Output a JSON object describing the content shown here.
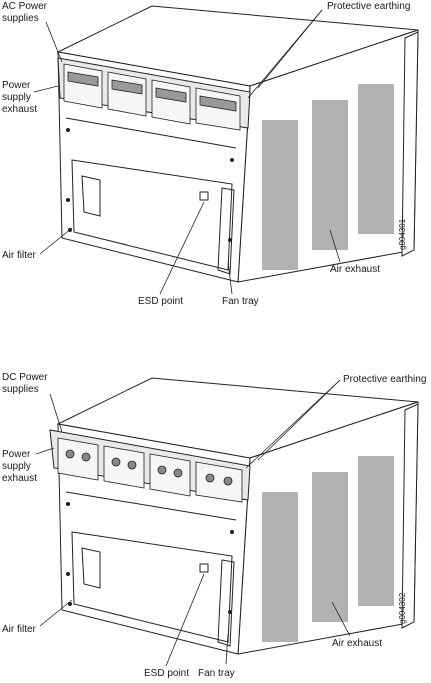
{
  "top_figure": {
    "labels": {
      "ac_power_supplies": "AC Power\nsupplies",
      "protective_earthing": "Protective earthing",
      "power_supply_exhaust": "Power\nsupply\nexhaust",
      "air_filter": "Air filter",
      "esd_point": "ESD point",
      "fan_tray": "Fan tray",
      "air_exhaust": "Air exhaust"
    },
    "figure_id": "g004301"
  },
  "bottom_figure": {
    "labels": {
      "dc_power_supplies": "DC Power\nsupplies",
      "protective_earthing": "Protective earthing",
      "power_supply_exhaust": "Power\nsupply\nexhaust",
      "air_filter": "Air filter",
      "esd_point": "ESD point",
      "fan_tray": "Fan tray",
      "air_exhaust": "Air exhaust"
    },
    "figure_id": "g004302"
  }
}
